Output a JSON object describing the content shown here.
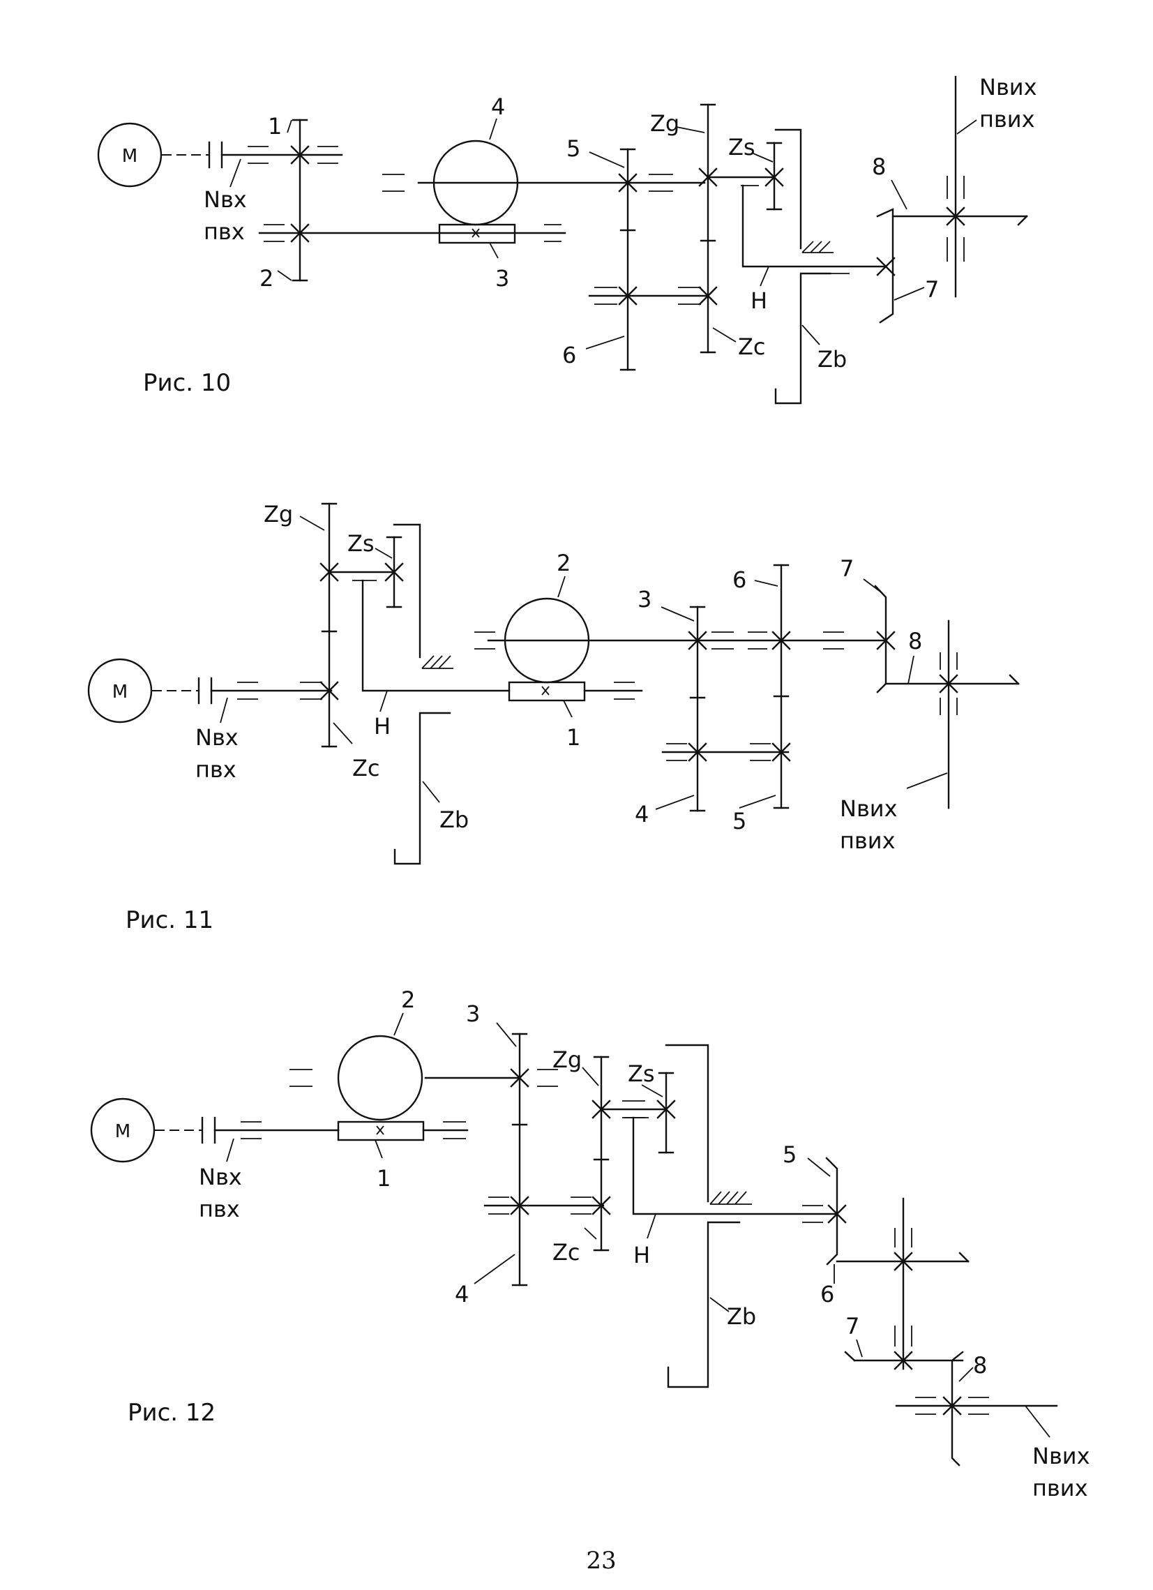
{
  "motor": "M",
  "input": {
    "power": "Nвх",
    "speed": "пвх"
  },
  "output": {
    "power": "Nвих",
    "speed": "пвих"
  },
  "gears": {
    "g1": "1",
    "g2": "2",
    "g3": "3",
    "g4": "4",
    "g5": "5",
    "g6": "6",
    "g7": "7",
    "g8": "8",
    "zg": "Zg",
    "zs": "Zs",
    "zc": "Zc",
    "zb": "Zb",
    "h": "H"
  },
  "figures": [
    {
      "caption": "Рис. 10"
    },
    {
      "caption": "Рис. 11"
    },
    {
      "caption": "Рис. 12"
    }
  ],
  "page_number": "23"
}
